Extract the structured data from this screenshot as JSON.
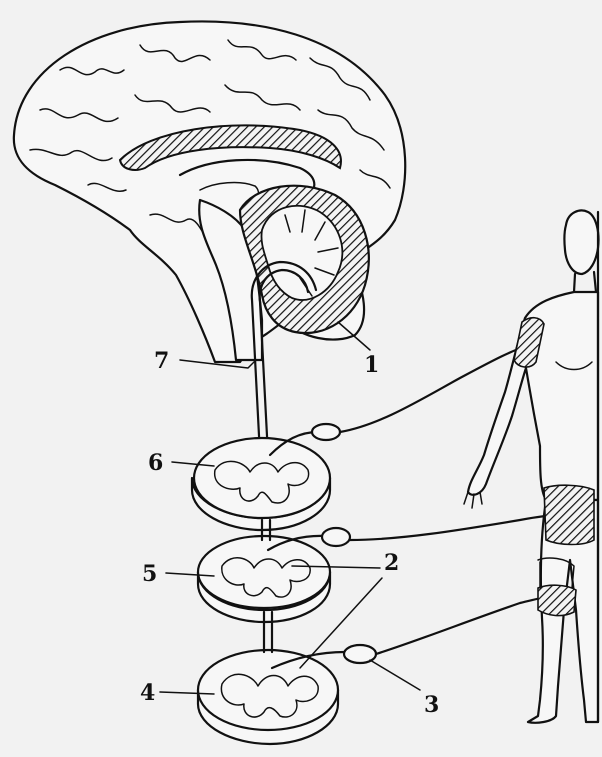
{
  "labels": {
    "l1": "1",
    "l2": "2",
    "l3": "3",
    "l4": "4",
    "l5": "5",
    "l6": "6",
    "l7": "7"
  },
  "colors": {
    "background": "#f2f2f2",
    "ink": "#111111"
  }
}
